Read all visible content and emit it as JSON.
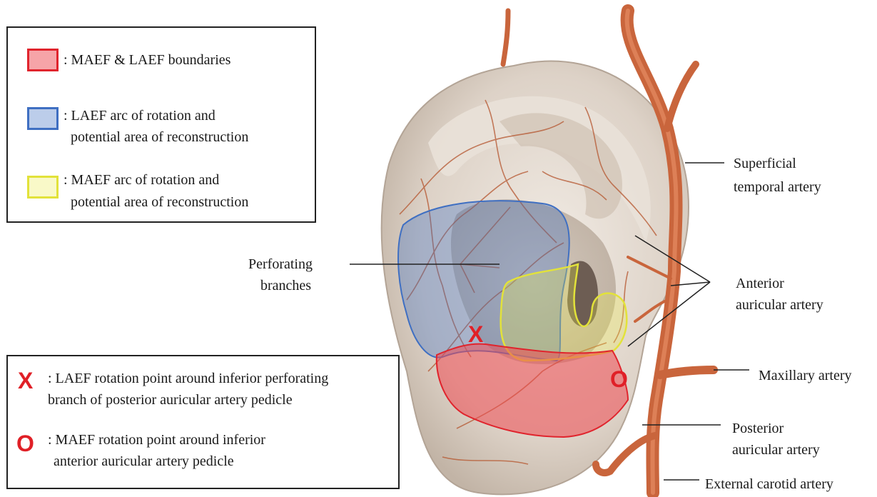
{
  "colors": {
    "red_region": "#ee4a52",
    "blue_region": "#3f6fc2",
    "yellow_region": "#eaeb48",
    "artery": "#c9653c",
    "mark_red": "#e02027"
  },
  "legend_top": {
    "items": [
      {
        "text": ": MAEF & LAEF boundaries"
      },
      {
        "line1": ": LAEF arc of rotation and",
        "line2": "potential area of reconstruction"
      },
      {
        "line1": ": MAEF arc of rotation and",
        "line2": "potential area of reconstruction"
      }
    ]
  },
  "legend_bottom": {
    "items": [
      {
        "symbol": "X",
        "line1": ": LAEF rotation point around inferior perforating",
        "line2": "branch of posterior auricular artery pedicle"
      },
      {
        "symbol": "O",
        "line1": ": MAEF rotation point around inferior",
        "line2": "anterior auricular artery pedicle"
      }
    ]
  },
  "figure_marks": {
    "x": "X",
    "o": "O"
  },
  "labels": {
    "perforating_1": "Perforating",
    "perforating_2": "branches",
    "superficial_1": "Superficial",
    "superficial_2": "temporal artery",
    "anterior_1": "Anterior",
    "anterior_2": "auricular artery",
    "maxillary": "Maxillary artery",
    "posterior_1": "Posterior",
    "posterior_2": "auricular artery",
    "external": "External carotid artery"
  }
}
